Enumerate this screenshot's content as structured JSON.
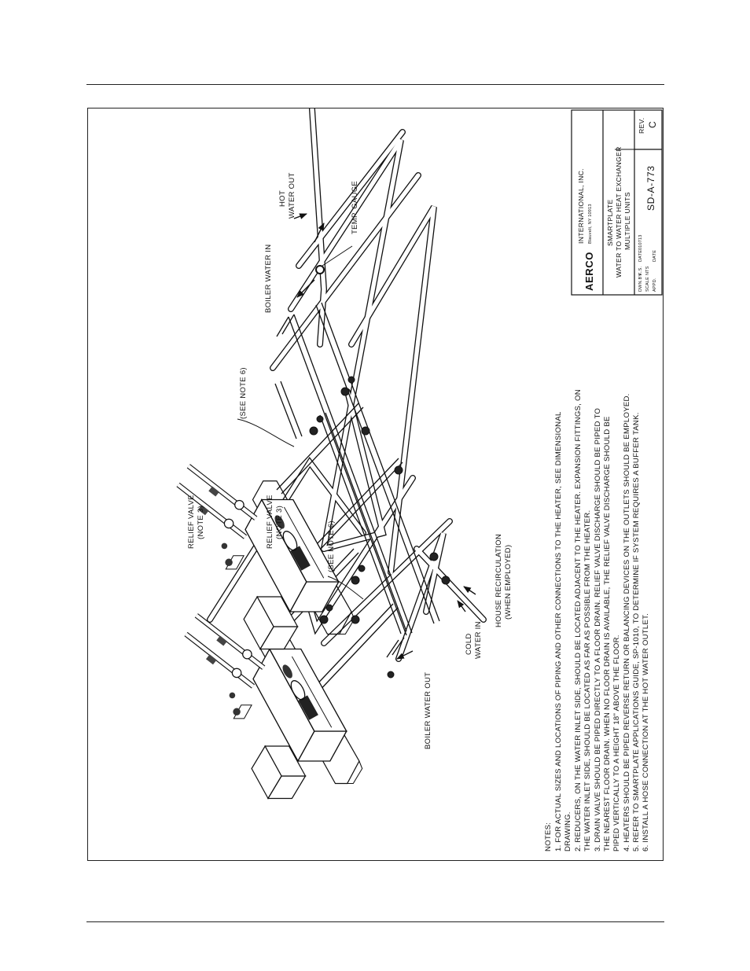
{
  "labels": {
    "relief_valve_1": "RELIEF VALVE",
    "relief_valve_1_note": "(NOTE 3)",
    "relief_valve_2": "RELIEF VALVE",
    "relief_valve_2_note": "(NOTE 3)",
    "see_note_6_a": "(SEE NOTE 6)",
    "see_note_6_b": "(SEE NOTE 6)",
    "boiler_water_in": "BOILER WATER IN",
    "boiler_water_out": "BOILER WATER OUT",
    "hot_water_out_1": "HOT",
    "hot_water_out_2": "WATER OUT",
    "temp_gauge": "TEMP. GAUGE",
    "cold_water_in_1": "COLD",
    "cold_water_in_2": "WATER IN",
    "house_recirc_1": "HOUSE RECIRCULATION",
    "house_recirc_2": "(WHEN EMPLOYED)"
  },
  "notes": {
    "heading": "NOTES:",
    "lines": [
      "1. FOR ACTUAL SIZES AND LOCATIONS OF PIPING AND OTHER CONNECTIONS TO THE HEATER, SEE DIMENSIONAL",
      "    DRAWING.",
      "2. REDUCERS, ON THE WATER INLET SIDE, SHOULD BE LOCATED ADJACENT TO THE HEATER. EXPANSION FITTINGS, ON",
      "    THE WATER INLET SIDE, SHOULD BE LOCATED AS FAR AS POSSIBLE FROM THE HEATER.",
      "3. DRAIN VALVE SHOULD BE PIPED DIRECTLY TO A FLOOR DRAIN. RELIEF VALVE DISCHARGE SHOULD BE PIPED TO",
      "    THE NEAREST FLOOR DRAIN. WHEN NO FLOOR DRAIN IS AVAILABLE, THE RELIEF VALVE DISCHARGE SHOULD BE",
      "    PIPED VERTICALLY TO A HEIGHT 18\" ABOVE THE FLOOR.",
      "4. HEATERS SHOULD BE PIPED REVERSE RETURN OR BALANCING DEVICES ON THE OUTLETS SHOULD BE EMPLOYED.",
      "5. REFER TO SMARTPLATE APPLICATIONS GUIDE, SP-1010, TO DETERMINE IF SYSTEM REQUIRES A BUFFER TANK.",
      "6. INSTALL A HOSE CONNECTION AT THE HOT WATER OUTLET."
    ]
  },
  "title_block": {
    "logo": "AERCO",
    "company": "INTERNATIONAL, INC.",
    "location": "Blauvelt, NY 10913",
    "title_1": "SMARTPLATE",
    "title_2": "WATER TO WATER HEAT EXCHANGER",
    "title_3": "MULTIPLE UNITS",
    "dwn_by_label": "DWN.BY",
    "dwn_by_value": "K.S.",
    "date_label": "DATE",
    "date_value": "010713",
    "scale_label": "SCALE",
    "scale_value": "NTS",
    "appd_label": "APPD.",
    "appd_date_label": "DATE",
    "drawing_number": "SD-A-773",
    "rev_label": "REV.",
    "rev_value": "C"
  }
}
